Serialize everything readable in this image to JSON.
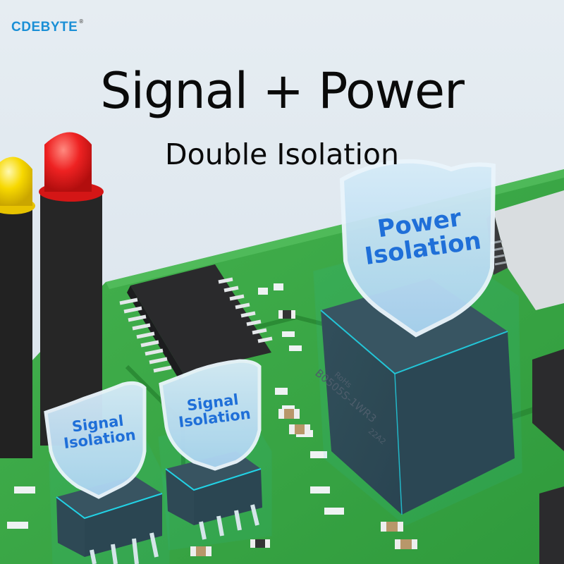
{
  "brand": {
    "name": "CDEBYTE",
    "registered_mark": "®",
    "color": "#1a8fd6"
  },
  "headline": {
    "title": "Signal + Power",
    "subtitle": "Double Isolation"
  },
  "shields": [
    {
      "line1": "Power",
      "line2": "Isolation"
    },
    {
      "line1": "Signal",
      "line2": "Isolation"
    },
    {
      "line1": "Signal",
      "line2": "Isolation"
    }
  ],
  "component": {
    "part_number": "B0505S-1WR3",
    "mark": "RoHs",
    "date_code": "22A2"
  },
  "colors": {
    "pcb": "#3aa845",
    "chip": "#2e3d4a",
    "glow": "#22d3e6",
    "shield_text": "#1f6fd8",
    "led_red": "#e61c1c",
    "led_yellow": "#f5d400"
  }
}
